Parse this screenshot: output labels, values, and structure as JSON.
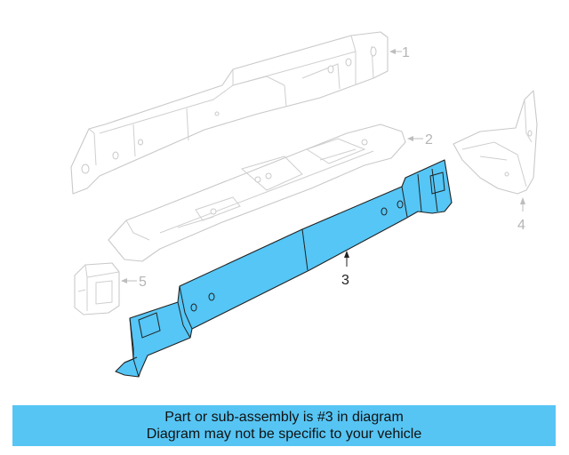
{
  "callouts": {
    "c1": "1",
    "c2": "2",
    "c3": "3",
    "c4": "4",
    "c5": "5"
  },
  "banner": {
    "line1": "Part or sub-assembly is #3 in diagram",
    "line2": "Diagram may not be specific to your vehicle"
  },
  "colors": {
    "highlight": "#55c6f6",
    "banner": "#56c5f4",
    "ghost_outline": "#c9c9c9"
  }
}
